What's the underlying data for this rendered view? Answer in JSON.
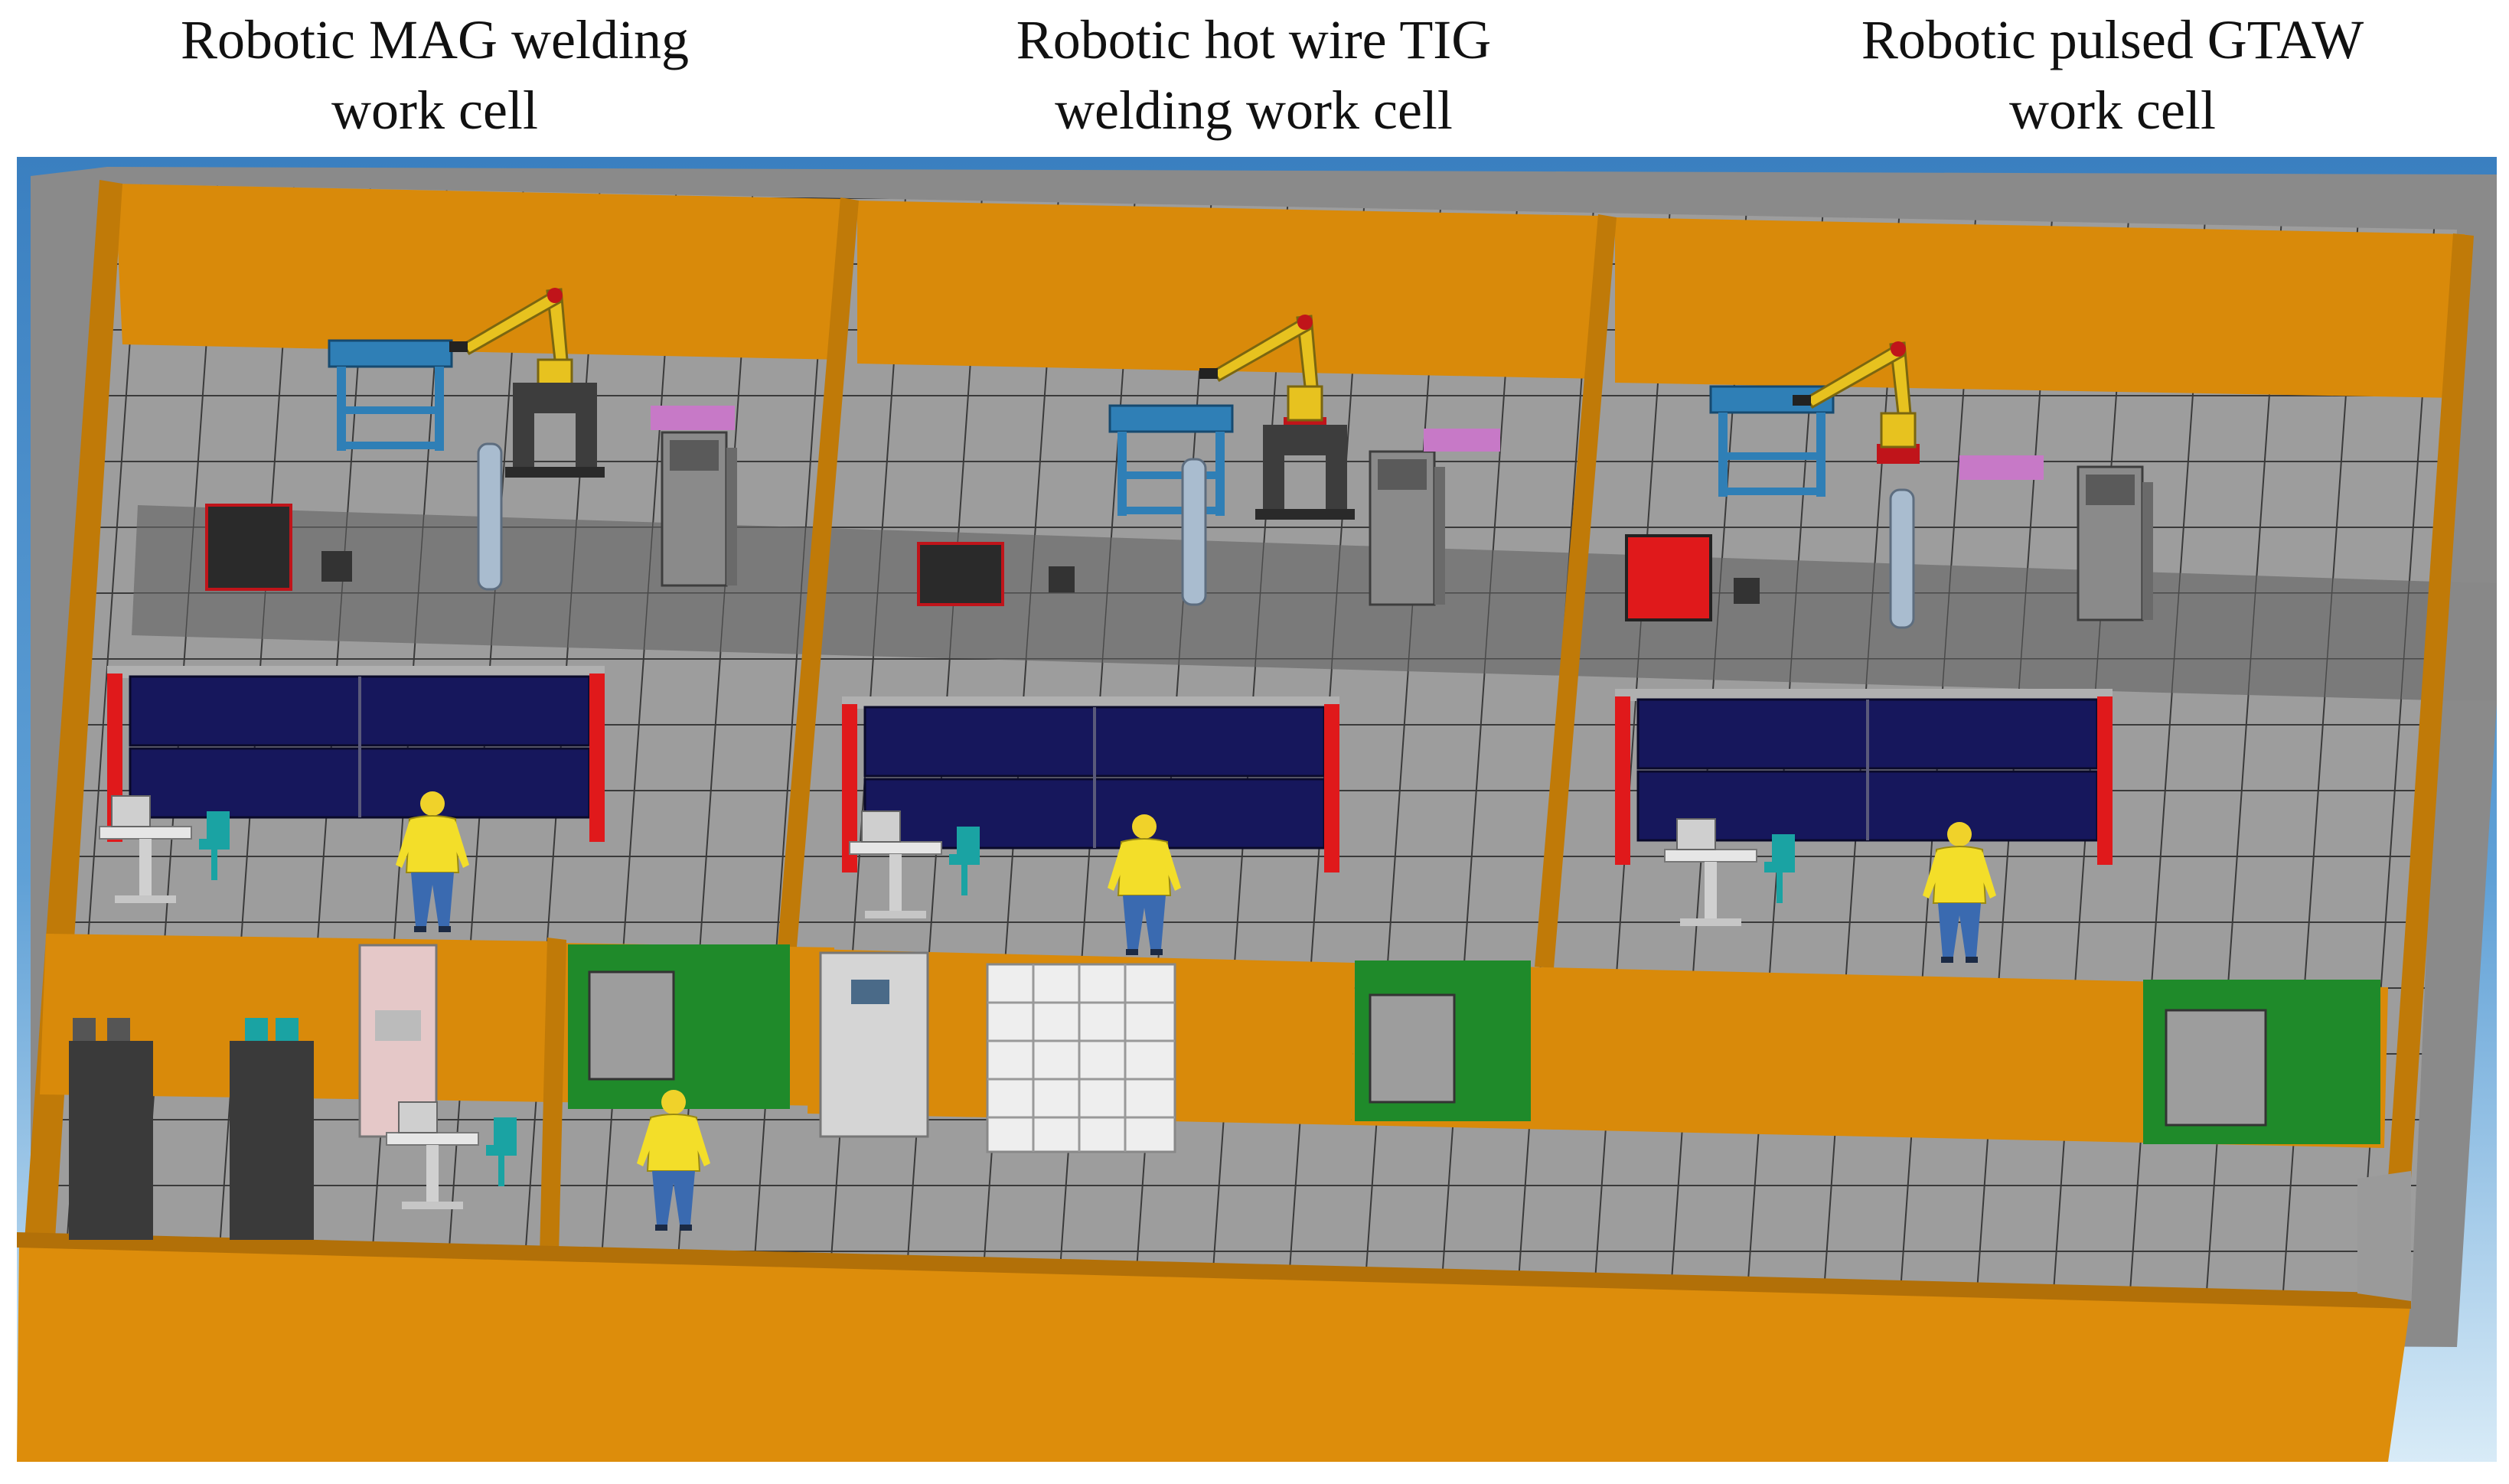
{
  "cells": [
    {
      "label": "Robotic MAG welding\nwork cell",
      "screen_color": "#e0191b"
    },
    {
      "label": "Robotic hot wire TIG\nwelding work cell",
      "screen_color": "#e0191b"
    },
    {
      "label": "Robotic pulsed GTAW\nwork cell",
      "screen_color": "#e0191b"
    }
  ],
  "colors": {
    "sky": "#3f86c4",
    "wall": "#d98a0a",
    "floor": "#9a9a9a",
    "aisle": "#777777",
    "green_panel": "#1f8a2a",
    "robot": "#e7c21f",
    "table": "#2f7fb6",
    "curtain": "#16175c",
    "worker_shirt": "#f3de29",
    "worker_pants": "#3a6ab0"
  }
}
